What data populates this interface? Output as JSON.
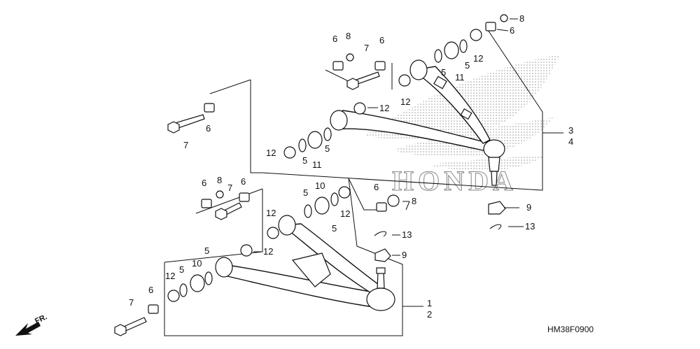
{
  "diagram_code": "HM38F0900",
  "direction_label": "FR.",
  "watermark_text": "HONDA",
  "colors": {
    "ink": "#111111",
    "stipple": "#9a9a9a"
  },
  "callouts": {
    "c1": "1",
    "c2": "2",
    "c3": "3",
    "c4": "4",
    "c5a": "5",
    "c5b": "5",
    "c5c": "5",
    "c5d": "5",
    "c5e": "5",
    "c5f": "5",
    "c5g": "5",
    "c5h": "5",
    "c6a": "6",
    "c6b": "6",
    "c6c": "6",
    "c6d": "6",
    "c6e": "6",
    "c6f": "6",
    "c6g": "6",
    "c6h": "6",
    "c7a": "7",
    "c7b": "7",
    "c7c": "7",
    "c7d": "7",
    "c8a": "8",
    "c8b": "8",
    "c8c": "8",
    "c8d": "8",
    "c9a": "9",
    "c9b": "9",
    "c10a": "10",
    "c10b": "10",
    "c11a": "11",
    "c11b": "11",
    "c12a": "12",
    "c12b": "12",
    "c12c": "12",
    "c12d": "12",
    "c12e": "12",
    "c12f": "12",
    "c12g": "12",
    "c12h": "12",
    "c13a": "13",
    "c13b": "13"
  }
}
